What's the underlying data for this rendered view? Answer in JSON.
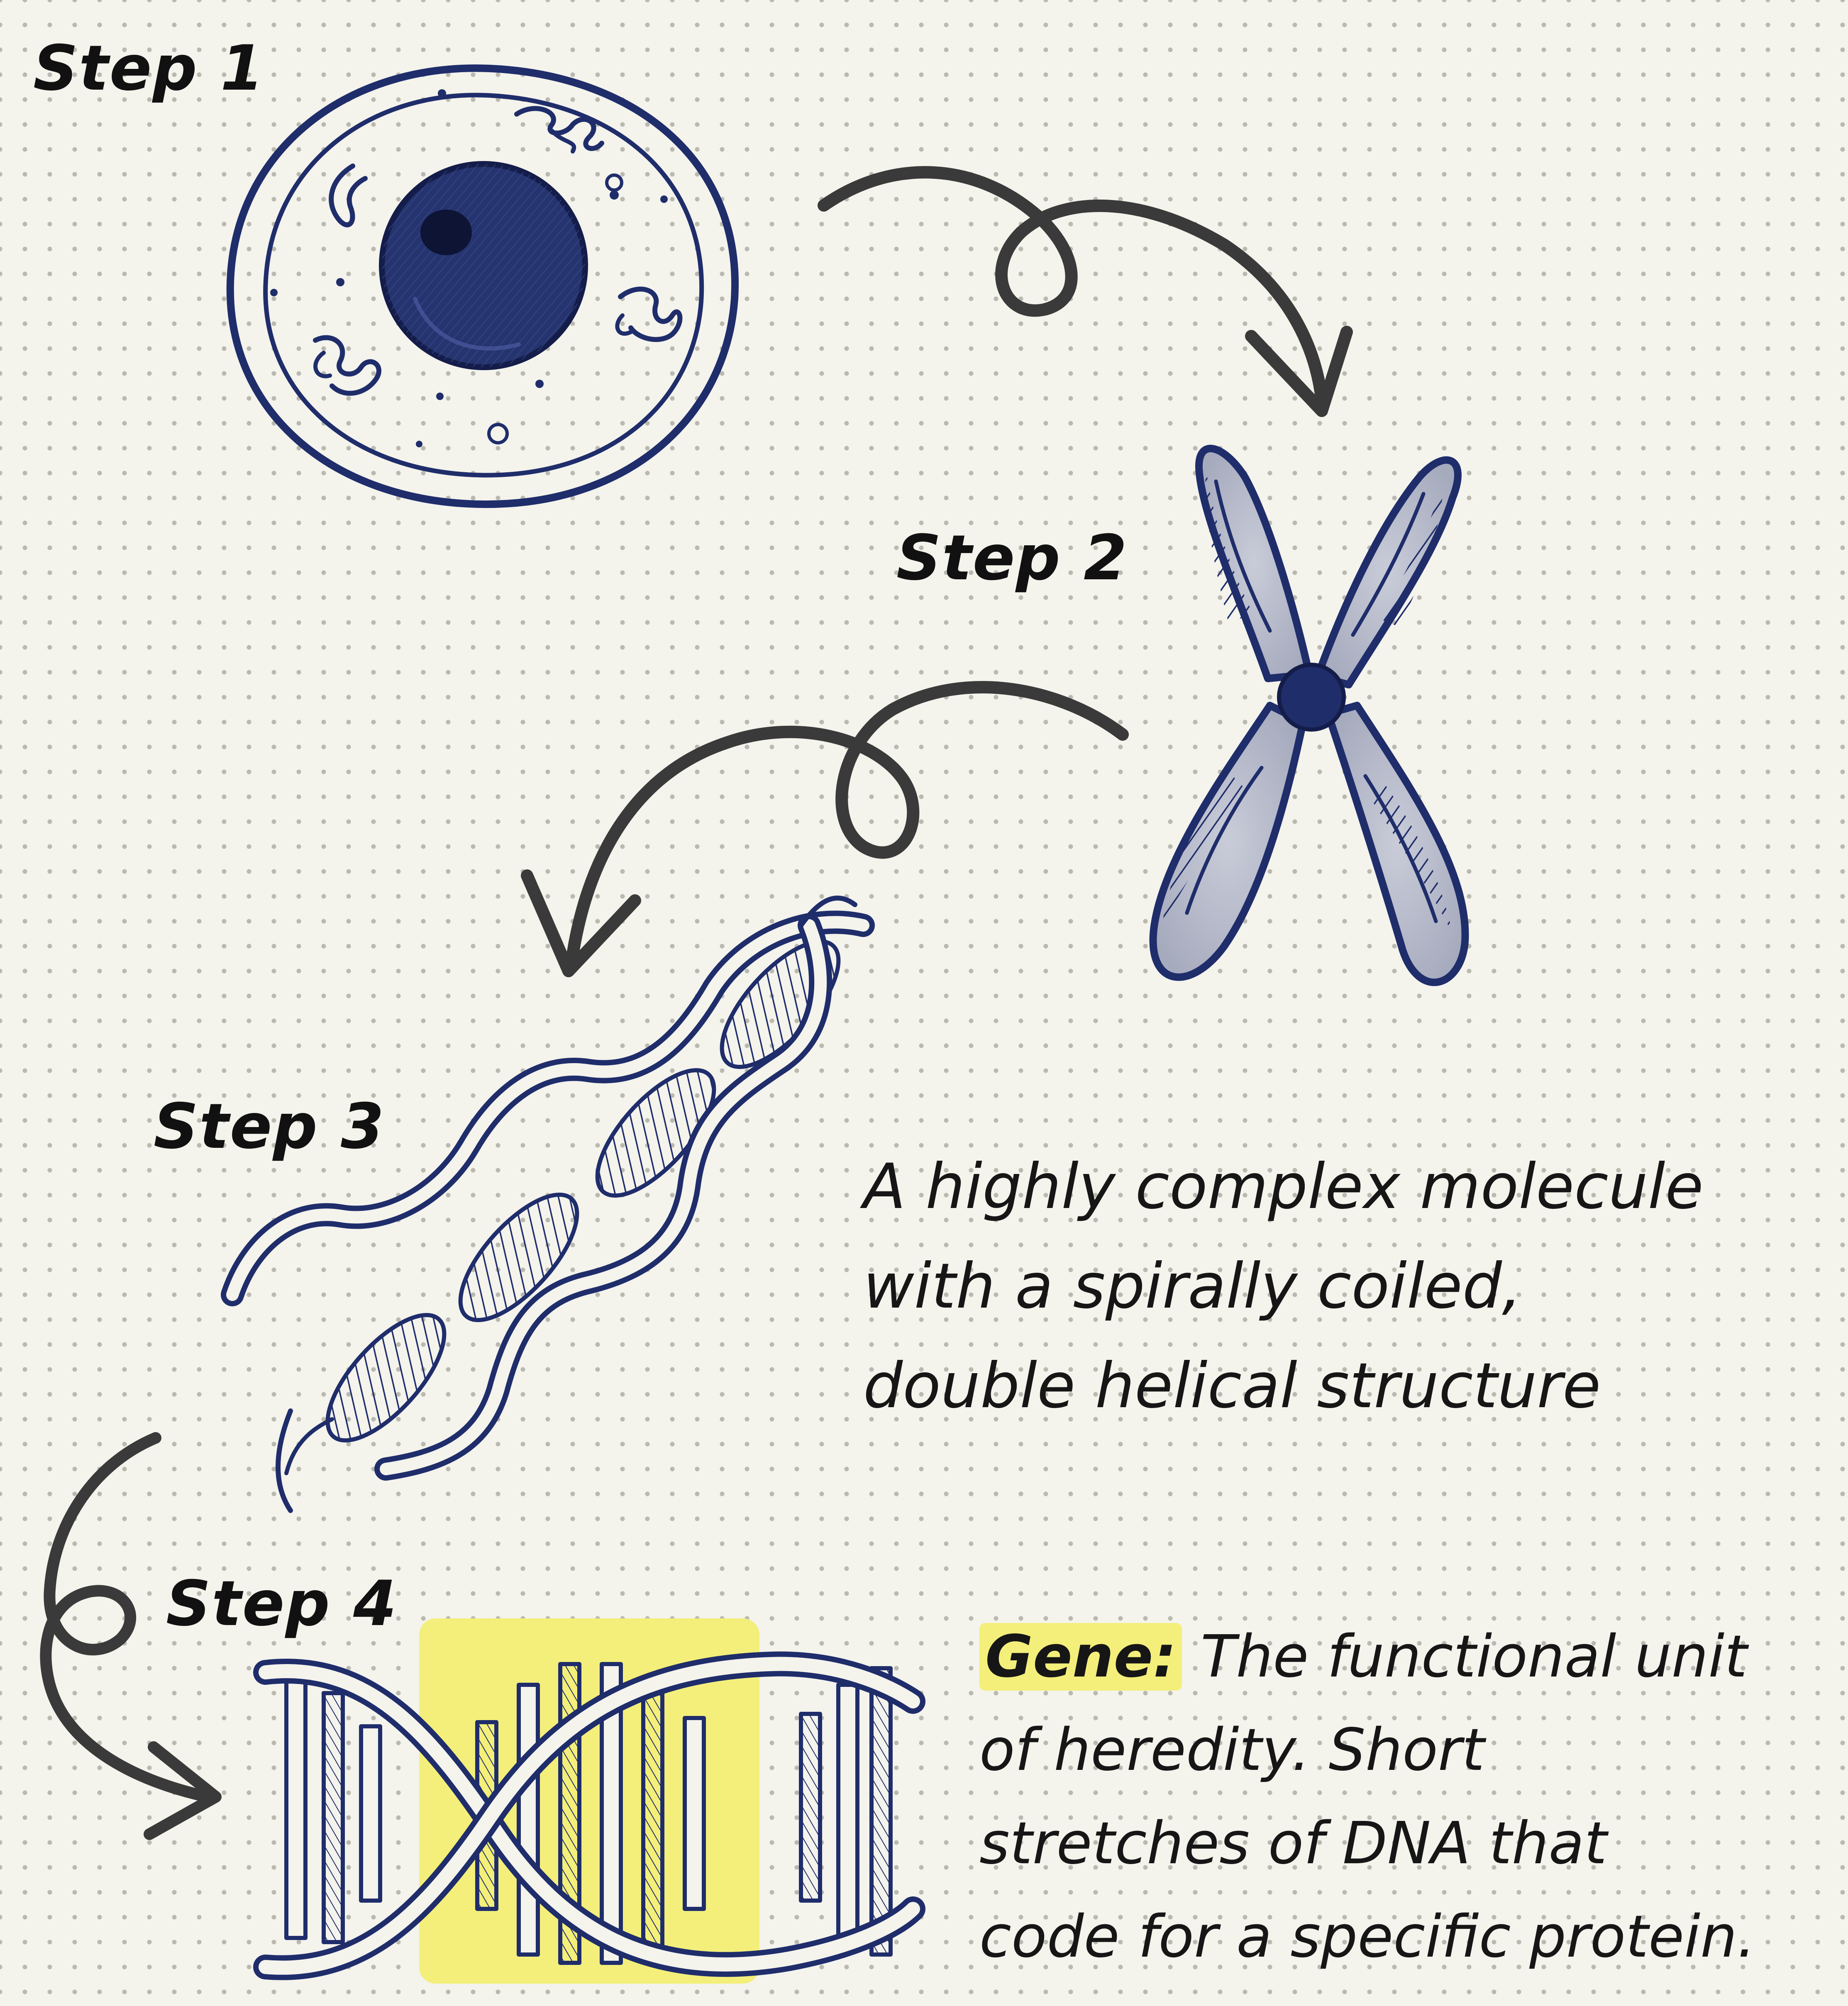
{
  "steps": [
    {
      "label": "Step 1"
    },
    {
      "label": "Step 2"
    },
    {
      "label": "Step 3"
    },
    {
      "label": "Step 4"
    }
  ],
  "dna_caption": {
    "lines": [
      "A highly complex molecule",
      "with a spirally coiled,",
      "double helical structure"
    ]
  },
  "gene_caption": {
    "term": "Gene:",
    "line1_rest": " The functional unit",
    "lines": [
      "of heredity. Short",
      "stretches of DNA that",
      "code for a specific protein."
    ]
  },
  "colors": {
    "ink_blue": "#1f2d6b",
    "chromosome_fill": "#b7bccb",
    "arrow_gray": "#3a3a3a",
    "highlight_yellow": "#f3ef7a",
    "paper": "#f4f3ec"
  },
  "icons": [
    "cell-illustration",
    "chromosome-illustration",
    "dna-helix-illustration",
    "gene-segment-illustration",
    "curly-arrow"
  ]
}
